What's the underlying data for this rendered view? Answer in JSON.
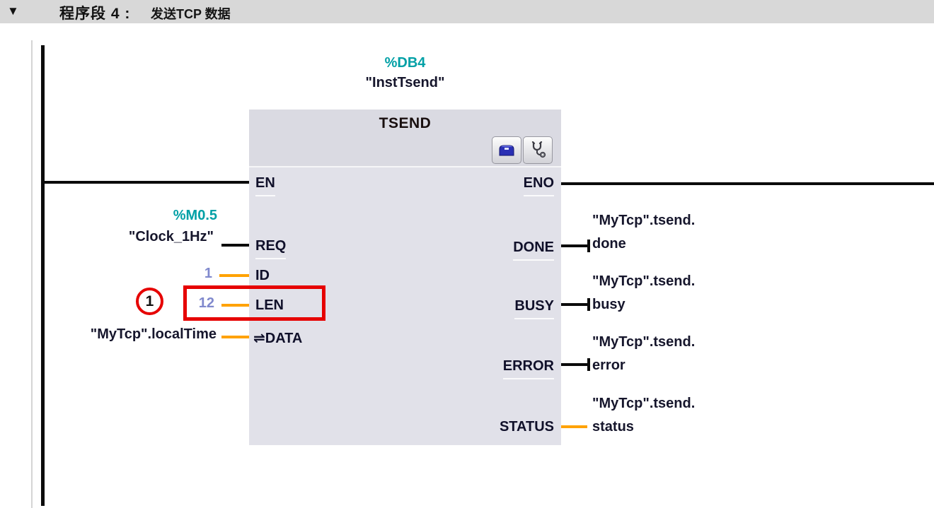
{
  "network": {
    "collapse_glyph": "▼",
    "title": "程序段 4 :",
    "comment": "发送TCP 数据"
  },
  "instance_db": {
    "address": "%DB4",
    "name": "\"InstTsend\""
  },
  "block": {
    "title": "TSEND",
    "icons": [
      "toolbox-icon",
      "stethoscope-icon"
    ],
    "inputs": {
      "en": {
        "label": "EN"
      },
      "req": {
        "label": "REQ",
        "address": "%M0.5",
        "operand": "\"Clock_1Hz\""
      },
      "id": {
        "label": "ID",
        "value": "1"
      },
      "len": {
        "label": "LEN",
        "value": "12"
      },
      "data": {
        "label": "DATA",
        "inout_glyph": "⇌",
        "operand": "\"MyTcp\".localTime"
      }
    },
    "outputs": {
      "eno": {
        "label": "ENO"
      },
      "done": {
        "label": "DONE",
        "operand_line1": "\"MyTcp\".tsend.",
        "operand_line2": "done"
      },
      "busy": {
        "label": "BUSY",
        "operand_line1": "\"MyTcp\".tsend.",
        "operand_line2": "busy"
      },
      "error": {
        "label": "ERROR",
        "operand_line1": "\"MyTcp\".tsend.",
        "operand_line2": "error"
      },
      "status": {
        "label": "STATUS",
        "operand_line1": "\"MyTcp\".tsend.",
        "operand_line2": "status"
      }
    }
  },
  "annotation": {
    "callout": "1"
  },
  "colors": {
    "address_teal": "#00a0a6",
    "value_blue": "#8089cd",
    "line_orange": "#ffa200",
    "highlight_red": "#e60000",
    "block_bg": "#e1e1e9",
    "header_bar_bg": "#d8d8d8"
  }
}
